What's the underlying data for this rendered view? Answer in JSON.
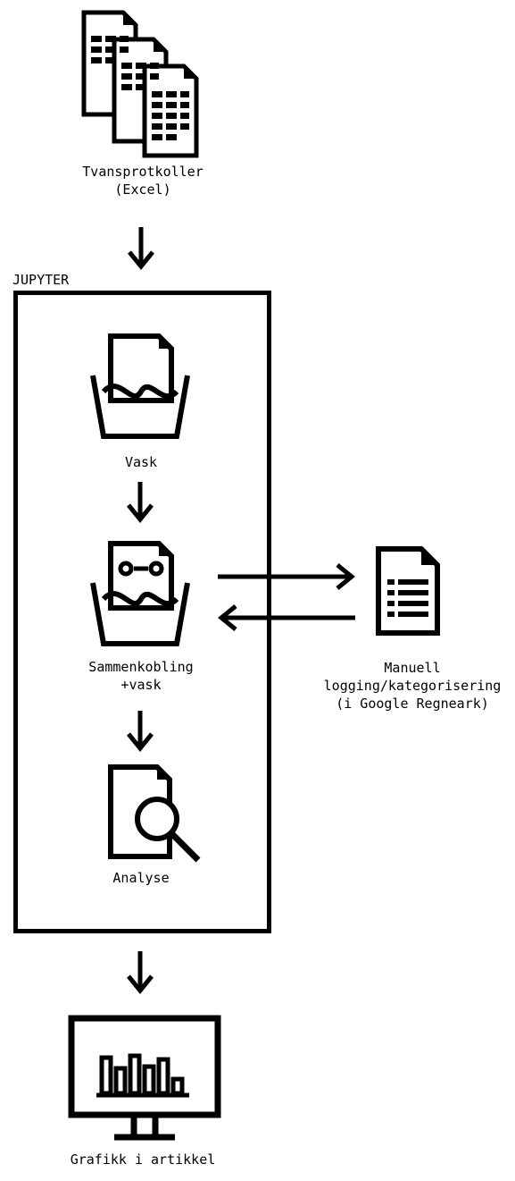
{
  "source": {
    "label_line1": "Tvansprotkoller",
    "label_line2": "(Excel)",
    "icon": "spreadsheet-stack-icon"
  },
  "container": {
    "title": "JUPYTER"
  },
  "steps": [
    {
      "label": "Vask",
      "icon": "document-in-basin-icon"
    },
    {
      "label_line1": "Sammenkobling",
      "label_line2": "+vask",
      "icon": "tape-document-in-basin-icon"
    },
    {
      "label": "Analyse",
      "icon": "document-search-icon"
    }
  ],
  "external": {
    "label_line1": "Manuell",
    "label_line2": "logging/kategorisering",
    "label_line3": "(i Google Regneark)",
    "icon": "list-document-icon"
  },
  "output": {
    "label": "Grafikk i artikkel",
    "icon": "monitor-bar-chart-icon"
  },
  "colors": {
    "stroke": "#000000",
    "background": "#ffffff"
  }
}
